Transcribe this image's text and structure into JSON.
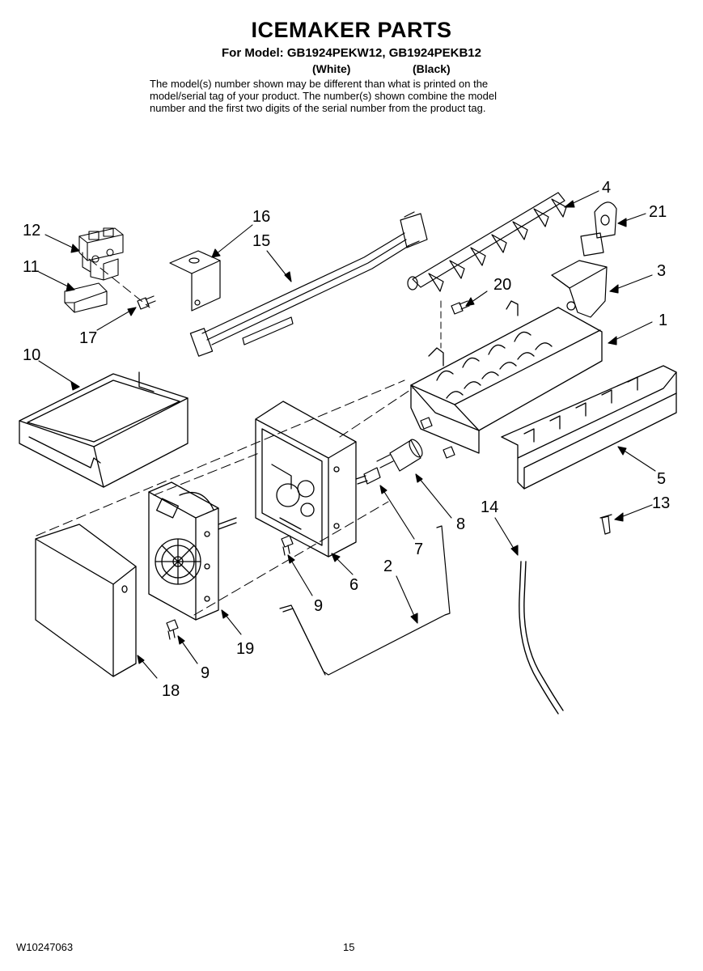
{
  "header": {
    "title": "ICEMAKER PARTS",
    "model_line": "For Model: GB1924PEKW12, GB1924PEKB12",
    "variant_white": "(White)",
    "variant_black": "(Black)",
    "note_lines": [
      "The model(s) number shown may be different than what is printed on the",
      "model/serial tag of your product. The number(s) shown combine the model",
      "number and the first two digits of the serial number from the product tag."
    ]
  },
  "callouts": [
    "12",
    "11",
    "17",
    "16",
    "15",
    "10",
    "4",
    "21",
    "3",
    "20",
    "1",
    "5",
    "13",
    "14",
    "8",
    "7",
    "2",
    "6",
    "9",
    "9",
    "19",
    "18"
  ],
  "footer": {
    "doc_number": "W10247063",
    "page_number": "15"
  }
}
